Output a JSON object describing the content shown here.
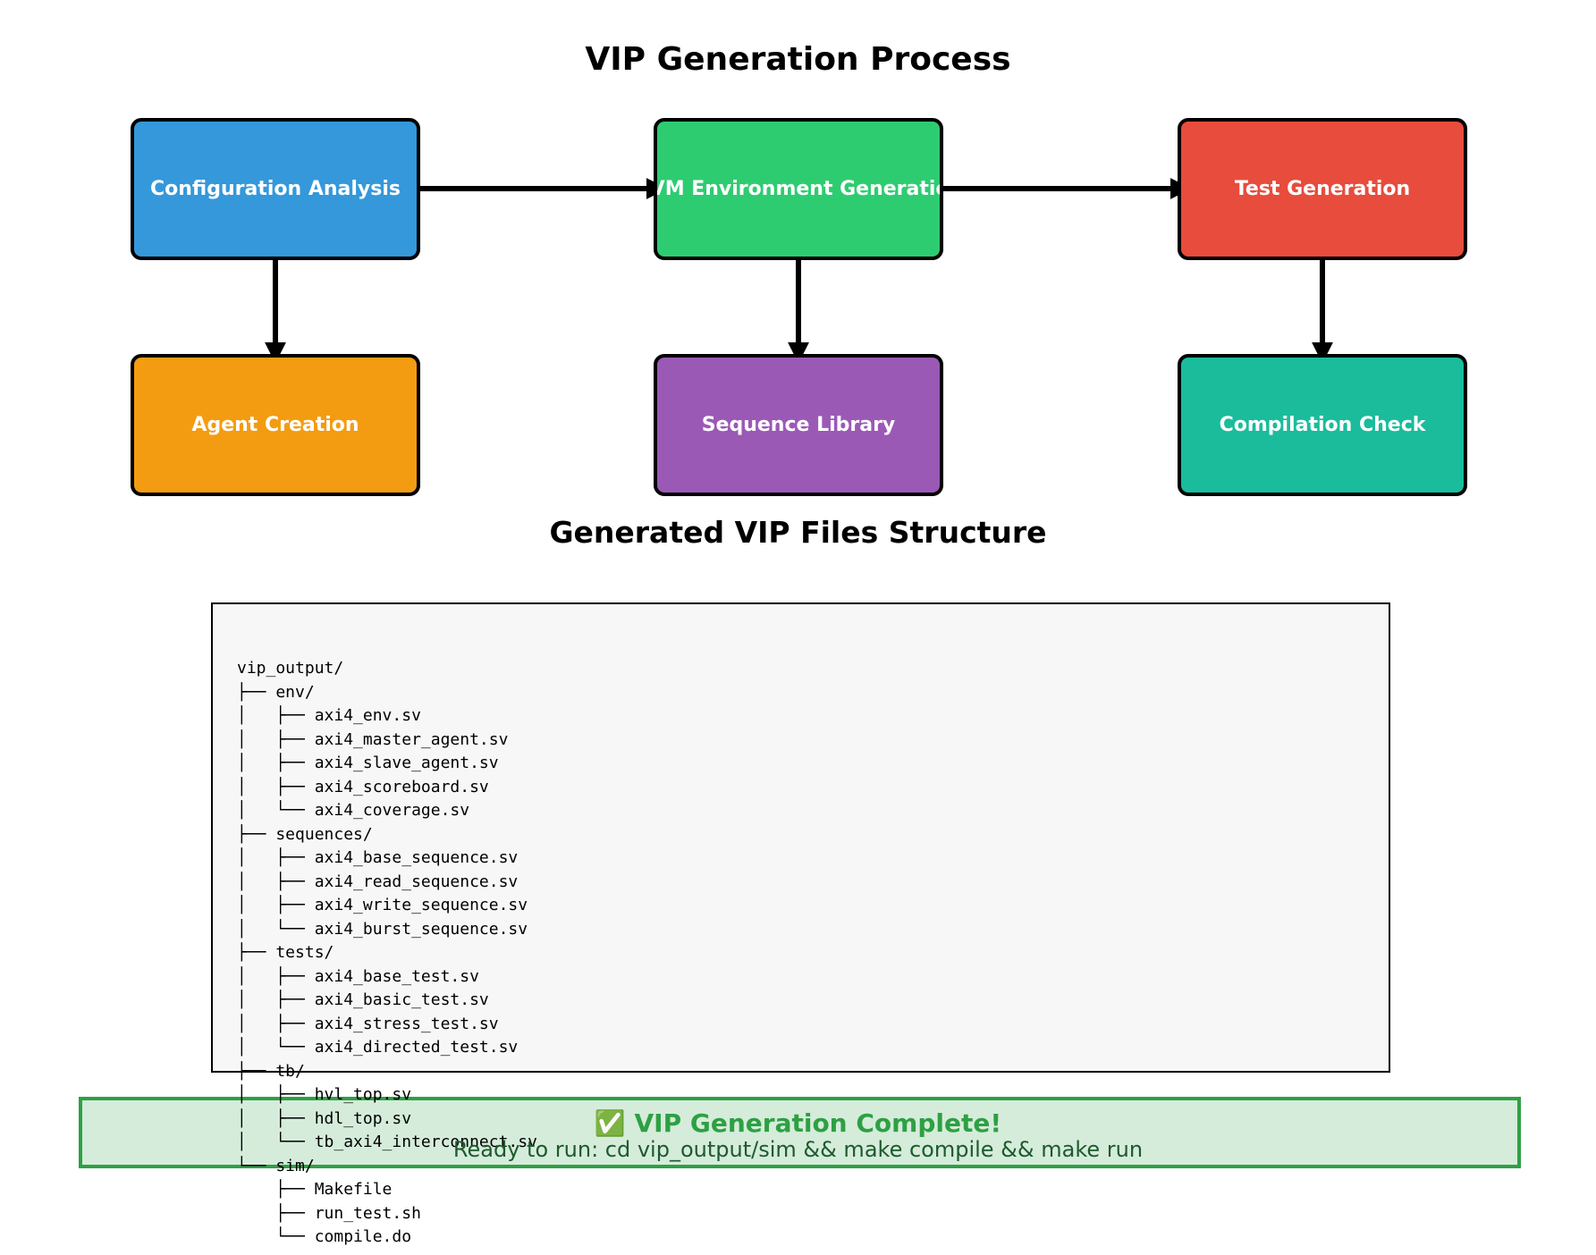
{
  "title": "VIP Generation Process",
  "stages": [
    {
      "id": "config",
      "label": "Configuration Analysis",
      "color": "#3498db"
    },
    {
      "id": "uvm-env",
      "label": "UVM Environment Generation",
      "color": "#2ecc71"
    },
    {
      "id": "test-gen",
      "label": "Test Generation",
      "color": "#e74c3c"
    },
    {
      "id": "agent",
      "label": "Agent Creation",
      "color": "#f39c12"
    },
    {
      "id": "sequence",
      "label": "Sequence Library",
      "color": "#9b59b6"
    },
    {
      "id": "compile",
      "label": "Compilation Check",
      "color": "#1abc9c"
    }
  ],
  "files_title": "Generated VIP Files Structure",
  "file_tree": [
    "vip_output/",
    "├── env/",
    "│   ├── axi4_env.sv",
    "│   ├── axi4_master_agent.sv",
    "│   ├── axi4_slave_agent.sv",
    "│   ├── axi4_scoreboard.sv",
    "│   └── axi4_coverage.sv",
    "├── sequences/",
    "│   ├── axi4_base_sequence.sv",
    "│   ├── axi4_read_sequence.sv",
    "│   ├── axi4_write_sequence.sv",
    "│   └── axi4_burst_sequence.sv",
    "├── tests/",
    "│   ├── axi4_base_test.sv",
    "│   ├── axi4_basic_test.sv",
    "│   ├── axi4_stress_test.sv",
    "│   └── axi4_directed_test.sv",
    "├── tb/",
    "│   ├── hvl_top.sv",
    "│   ├── hdl_top.sv",
    "│   └── tb_axi4_interconnect.sv",
    "└── sim/",
    "    ├── Makefile",
    "    ├── run_test.sh",
    "    └── compile.do"
  ],
  "banner": {
    "title": "✅ VIP Generation Complete!",
    "command": "Ready to run: cd vip_output/sim && make compile && make run"
  }
}
